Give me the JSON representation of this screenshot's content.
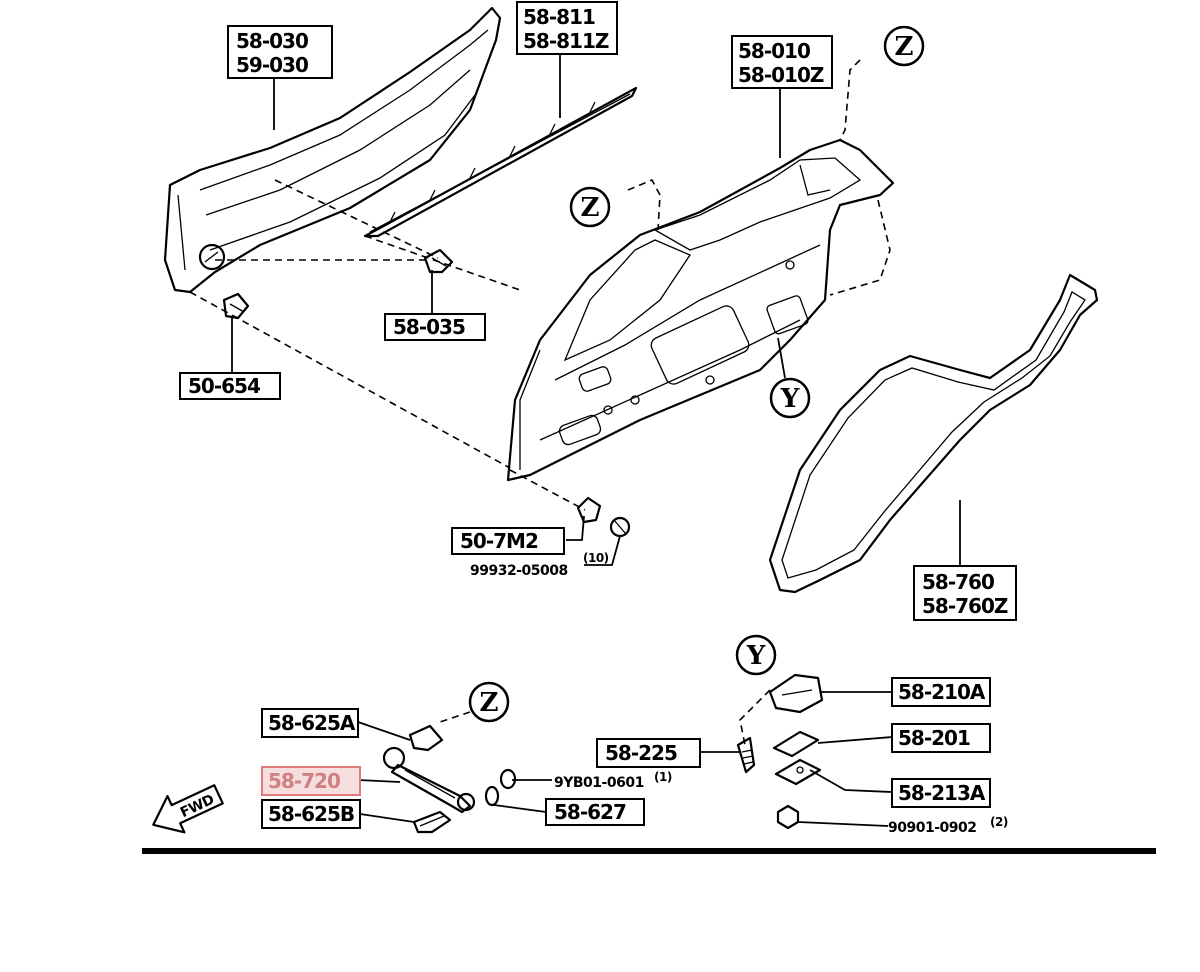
{
  "labels": {
    "panel_trim": [
      "58-030",
      "59-030"
    ],
    "weatherstrip_belt": [
      "58-811",
      "58-811Z"
    ],
    "door_shell": [
      "58-010",
      "58-010Z"
    ],
    "clip_58035": "58-035",
    "grommet_50654": "50-654",
    "clip_507m2": "50-7M2",
    "screw_99932": "99932-05008",
    "qty_10": "(10)",
    "door_seal": [
      "58-760",
      "58-760Z"
    ],
    "striker": "58-210A",
    "shim": "58-201",
    "plate": "58-213A",
    "bolt_58225": "58-225",
    "nut_90901": "90901-0902",
    "qty_2": "(2)",
    "check_bracket_a": "58-625A",
    "check_link": "58-720",
    "check_bracket_b": "58-625B",
    "bushing_58627": "58-627",
    "bolt_9yb01": "9YB01-0601",
    "qty_1": "(1)",
    "fwd": "FWD"
  },
  "refs": {
    "z": "Z",
    "y": "Y"
  },
  "highlight": {
    "part": "58-720",
    "color": "#e07a7a"
  }
}
